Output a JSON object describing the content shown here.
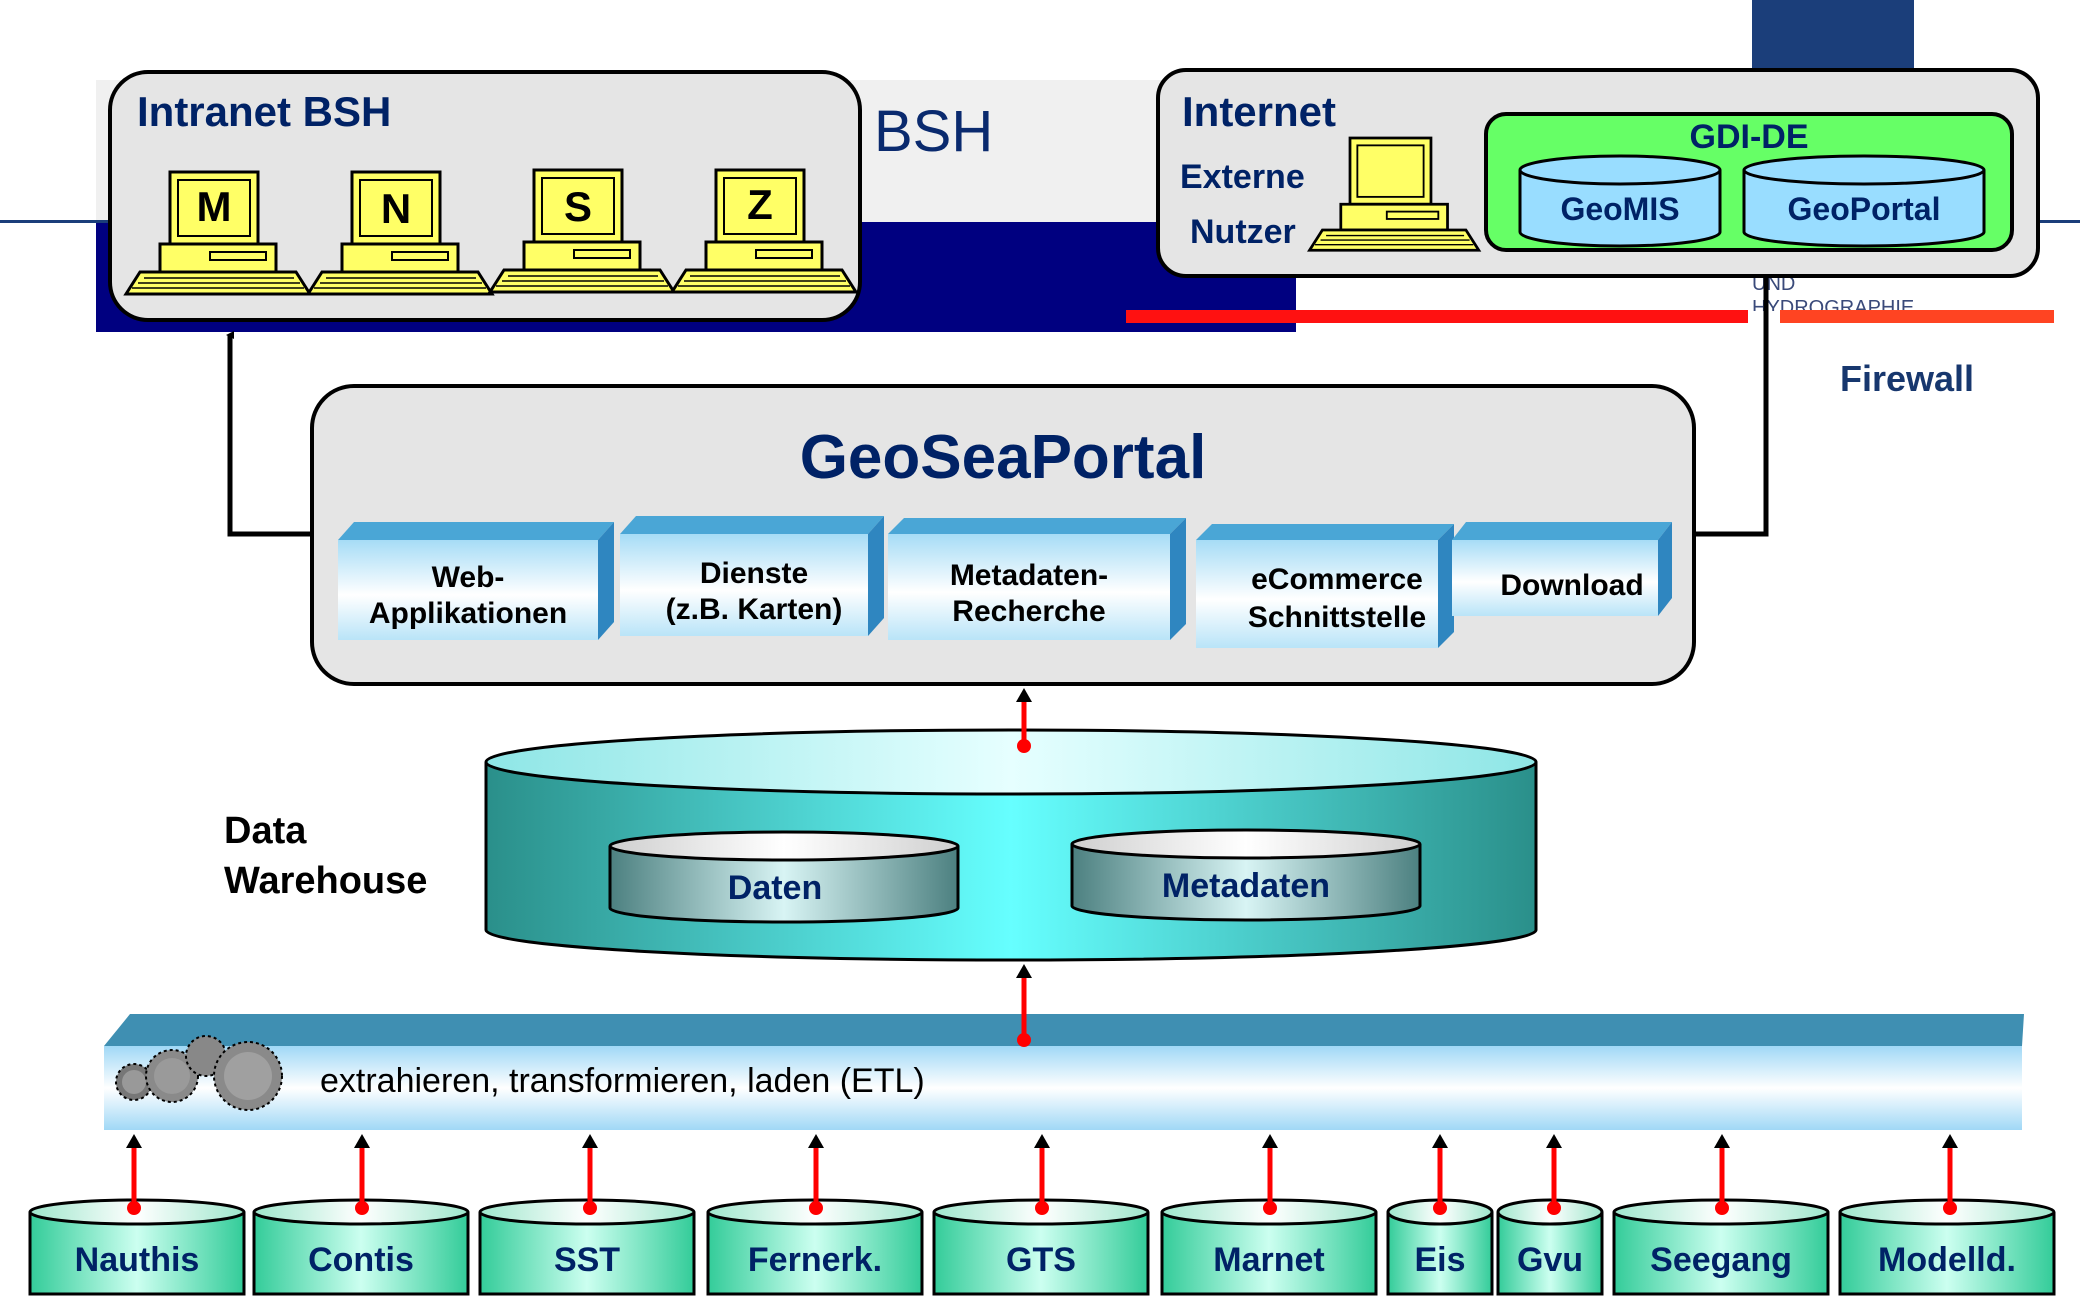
{
  "background": {
    "title_fragment": "BSH",
    "logo_text_1": "UND",
    "logo_text_2": "HYDROGRAPHIE"
  },
  "intranet": {
    "title": "Intranet BSH",
    "terminals": [
      "M",
      "N",
      "S",
      "Z"
    ]
  },
  "internet": {
    "title": "Internet",
    "external_line1": "Externe",
    "external_line2": "Nutzer",
    "gdi": {
      "title": "GDI-DE",
      "items": [
        "GeoMIS",
        "GeoPortal"
      ]
    }
  },
  "firewall": {
    "label": "Firewall"
  },
  "geoseaportal": {
    "title": "GeoSeaPortal",
    "modules": [
      {
        "line1": "Web-",
        "line2": "Applikationen"
      },
      {
        "line1": "Dienste",
        "line2": "(z.B. Karten)"
      },
      {
        "line1": "Metadaten-",
        "line2": "Recherche"
      },
      {
        "line1": "eCommerce",
        "line2": "Schnittstelle"
      },
      {
        "line1": "Download",
        "line2": ""
      }
    ]
  },
  "warehouse": {
    "label_line1": "Data",
    "label_line2": "Warehouse",
    "stores": [
      "Daten",
      "Metadaten"
    ]
  },
  "etl": {
    "label": "extrahieren, transformieren, laden (ETL)"
  },
  "sources": [
    "Nauthis",
    "Contis",
    "SST",
    "Fernerk.",
    "GTS",
    "Marnet",
    "Eis",
    "Gvu",
    "Seegang",
    "Modelld."
  ],
  "colors": {
    "navy": "#000080",
    "title_blue": "#002266",
    "terminal_yellow": "#ffff66",
    "gdi_green": "#66ff66",
    "cyl_blue": "#99ddff",
    "firewall_red": "#ff1111",
    "arrow_red": "#ff0000",
    "box_grey": "#e5e5e5",
    "source_green": "#33cc99",
    "warehouse_teal": "#339999"
  }
}
